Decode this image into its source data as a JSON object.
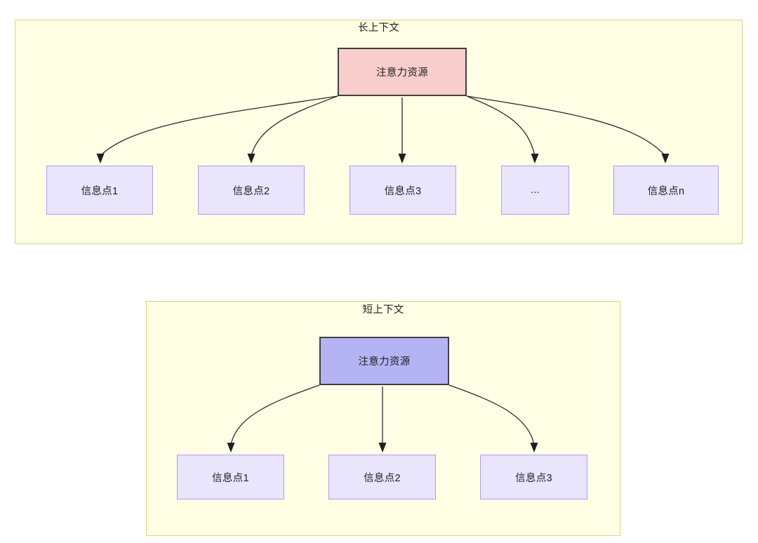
{
  "diagram": {
    "title_visible": false,
    "background_color": "#ffffff",
    "group_fill": "#ffffe6",
    "group_border": "#d6d67a",
    "edge_color": "#2a2a2a"
  },
  "groups": [
    {
      "id": "long-context",
      "title": "长上下文",
      "root": {
        "label": "注意力资源",
        "fill": "#f8cecc",
        "border": "#3f3f3f"
      },
      "children": [
        {
          "label": "信息点1"
        },
        {
          "label": "信息点2"
        },
        {
          "label": "信息点3"
        },
        {
          "label": "..."
        },
        {
          "label": "信息点n"
        }
      ]
    },
    {
      "id": "short-context",
      "title": "短上下文",
      "root": {
        "label": "注意力资源",
        "fill": "#b4b4f5",
        "border": "#3f3f3f"
      },
      "children": [
        {
          "label": "信息点1"
        },
        {
          "label": "信息点2"
        },
        {
          "label": "信息点3"
        }
      ]
    }
  ]
}
